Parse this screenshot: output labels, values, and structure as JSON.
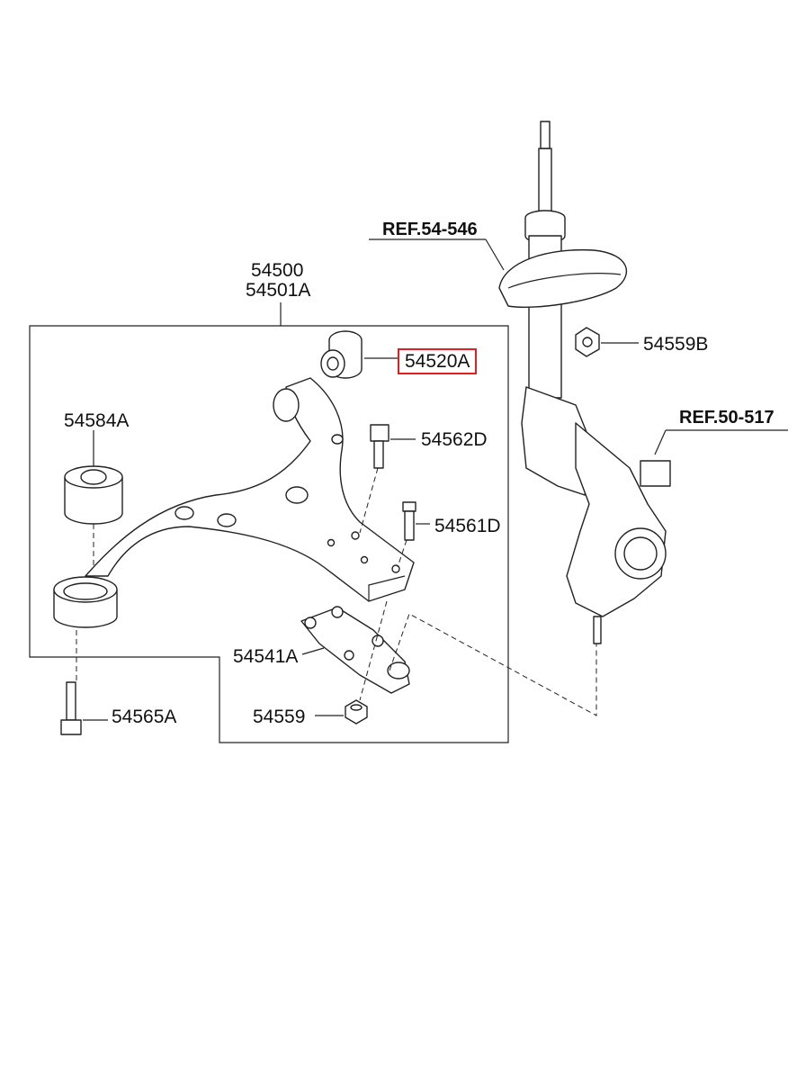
{
  "labels": {
    "p54500": "54500",
    "p54501a": "54501A",
    "p54520a": "54520A",
    "p54584a": "54584A",
    "p54562d": "54562D",
    "p54561d": "54561D",
    "p54541a": "54541A",
    "p54559": "54559",
    "p54565a": "54565A",
    "p54559b": "54559B",
    "ref54546": "REF.54-546",
    "ref50517": "REF.50-517"
  },
  "highlight": {
    "part": "54520A",
    "color": "#e02020"
  }
}
